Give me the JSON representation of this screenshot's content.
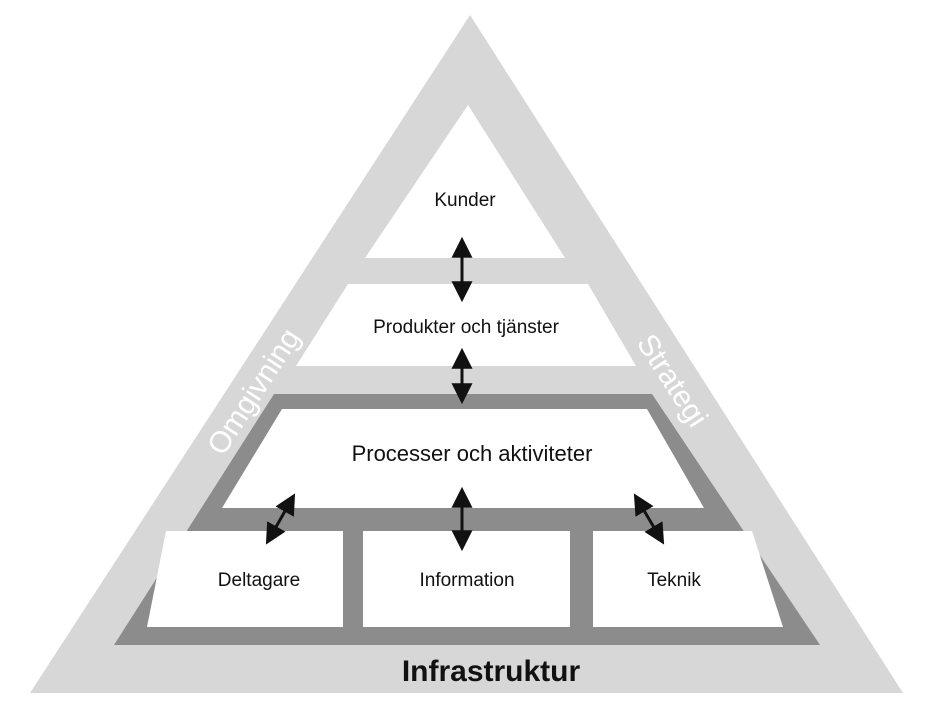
{
  "levels": {
    "kunder": "Kunder",
    "produkter": "Produkter och tjänster",
    "processer": "Processer och aktiviteter",
    "deltagare": "Deltagare",
    "information": "Information",
    "teknik": "Teknik"
  },
  "sides": {
    "left": "Omgivning",
    "right": "Strategi",
    "bottom": "Infrastruktur"
  },
  "colors": {
    "outer": "#d7d7d7",
    "frame": "#8c8c8c",
    "box": "#ffffff",
    "arrow": "#111111"
  }
}
